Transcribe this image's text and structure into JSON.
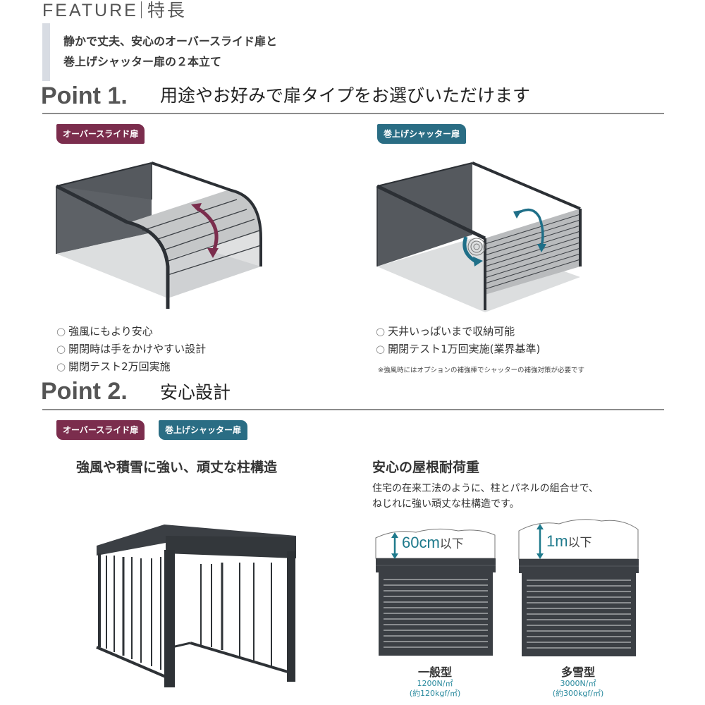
{
  "header": {
    "title_en": "FEATURE",
    "title_ja": "特長"
  },
  "intro": {
    "line1": "静かで丈夫、安心のオーバースライド扉と",
    "line2": "巻上げシャッター扉の２本立て"
  },
  "point1": {
    "label": "Point 1.",
    "title": "用途やお好みで扉タイプをお選びいただけます",
    "left": {
      "badge": "オーバースライド扉",
      "illustration": "overslide-door-illustration",
      "bullets": [
        "強風にもより安心",
        "開閉時は手をかけやすい設計",
        "開閉テスト2万回実施"
      ]
    },
    "right": {
      "badge": "巻上げシャッター扉",
      "illustration": "roll-shutter-door-illustration",
      "bullets": [
        "天井いっぱいまで収納可能",
        "開閉テスト1万回実施(業界基準)"
      ],
      "note": "※強風時にはオプションの補強棒でシャッターの補強対策が必要です"
    },
    "bullet_mark": "○"
  },
  "point2": {
    "label": "Point 2.",
    "title": "安心設計",
    "badges": [
      "オーバースライド扉",
      "巻上げシャッター扉"
    ],
    "left": {
      "heading": "強風や積雪に強い、頑丈な柱構造",
      "illustration": "garage-frame-structure"
    },
    "right": {
      "heading": "安心の屋根耐荷重",
      "desc_line1": "住宅の在来工法のように、柱とパネルの組合せで、",
      "desc_line2": "ねじれに強い頑丈な柱構造です。",
      "types": [
        {
          "snow_value": "60cm",
          "snow_suffix": "以下",
          "name": "一般型",
          "load": "1200N/㎡",
          "load_kgf": "(約120kgf/㎡)"
        },
        {
          "snow_value": "1m",
          "snow_suffix": "以下",
          "name": "多雪型",
          "load": "3000N/㎡",
          "load_kgf": "(約300kgf/㎡)"
        }
      ]
    }
  },
  "colors": {
    "overslide_badge": "#7b2d4d",
    "shutter_badge": "#2a6d84",
    "arrow_magenta": "#7b2d4d",
    "arrow_teal": "#1f6f88",
    "frame_dark": "#3b3f44",
    "load_text": "#2a8a9e"
  }
}
